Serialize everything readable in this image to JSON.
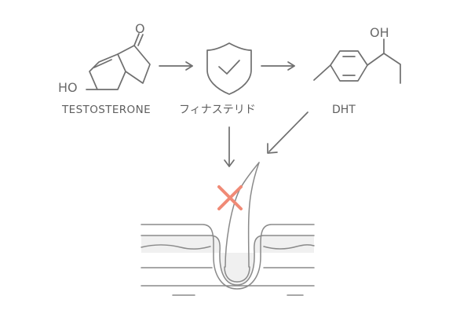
{
  "molecules": {
    "testosterone": {
      "label": "TESTOSTERONE",
      "atom_oxygen": "O",
      "atom_hydroxyl": "HO"
    },
    "dht": {
      "label": "DHT",
      "atom_hydroxyl": "OH"
    }
  },
  "inhibitor": {
    "label": "フィナステリド",
    "icon": "shield-check-icon"
  },
  "blocked_marker": {
    "icon": "cross-icon",
    "color": "#f08a76"
  },
  "colors": {
    "line": "#6f6f6f",
    "text": "#5f5f5f",
    "skin_fill": "#f0f0f0",
    "block": "#f08a76"
  }
}
